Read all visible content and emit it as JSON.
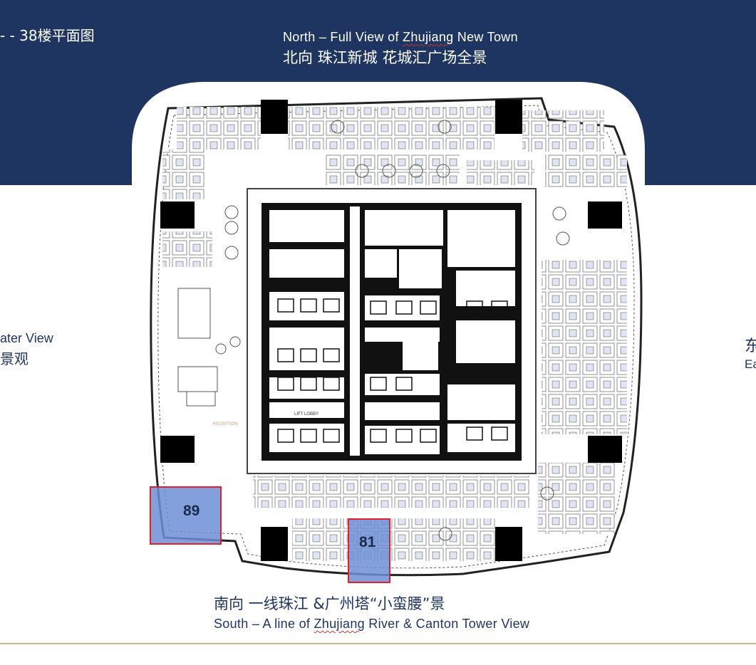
{
  "header": {
    "floor_label": "- - 38楼平面图",
    "north_en": "North – Full View of Zhujiang New Town",
    "north_en_pre": "North – Full View of ",
    "north_en_word": "Zhujiang",
    "north_en_post": " New Town",
    "north_zh": "北向 珠江新城 花城汇广场全景"
  },
  "west": {
    "en": "ater View",
    "zh": "景观"
  },
  "east": {
    "zh": "东",
    "en": "Ea"
  },
  "south": {
    "zh": "南向 一线珠江 &广州塔“小蛮腰”景",
    "en_pre": "South – A line of ",
    "en_word": "Zhujiang",
    "en_post": " River & Canton Tower View"
  },
  "plan": {
    "lift_lobby": "LIFT LOBBY",
    "reception": "RECEPTION",
    "units": [
      {
        "id": "89",
        "label": "89",
        "color": "#6f8fd6"
      },
      {
        "id": "81",
        "label": "81",
        "color": "#6f8fd6"
      }
    ]
  },
  "colors": {
    "header": "#1f3561",
    "highlight_fill": "#6f8fd6",
    "highlight_border": "#e0202a",
    "rule": "#c9b98a"
  }
}
